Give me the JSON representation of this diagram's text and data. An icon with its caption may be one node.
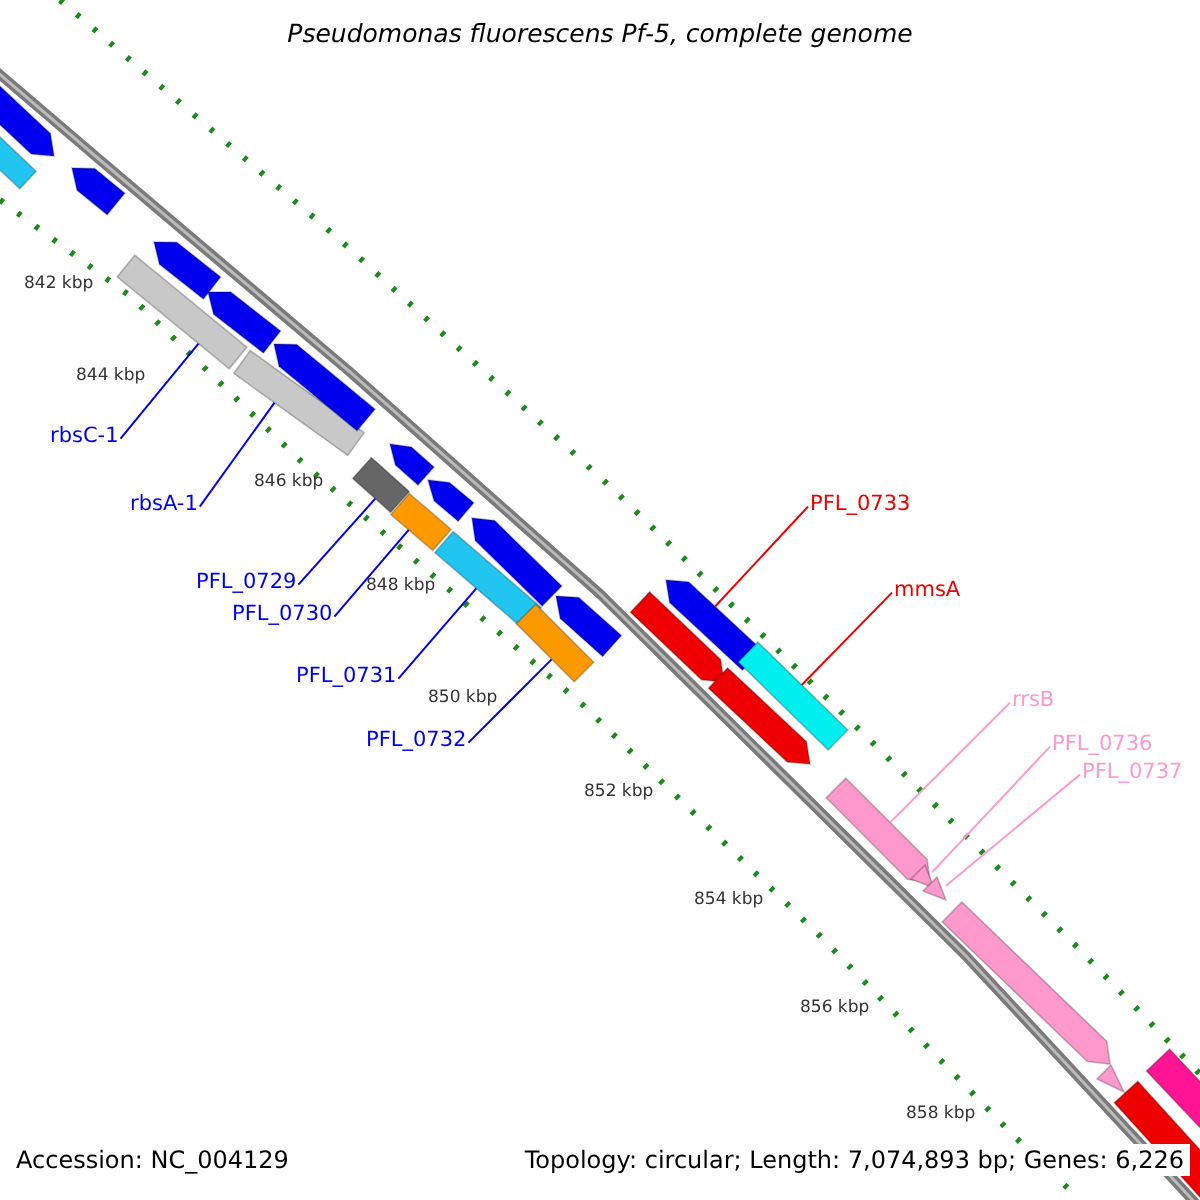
{
  "diagram": {
    "title": "Pseudomonas fluorescens Pf-5, complete genome",
    "nodes": [
      {
        "text": [
          "rbsC-1"
        ]
      },
      {
        "text": [
          "rbsA-1"
        ]
      },
      {
        "text": [
          "PFL_0729"
        ]
      },
      {
        "text": [
          "PFL_0730"
        ]
      },
      {
        "text": [
          "PFL_0731"
        ]
      },
      {
        "text": [
          "PFL_0732"
        ]
      },
      {
        "text": [
          "PFL_0733"
        ]
      },
      {
        "text": [
          "mmsA"
        ]
      },
      {
        "text": [
          "rrsB"
        ]
      },
      {
        "text": [
          "PFL_0736"
        ]
      },
      {
        "text": [
          "PFL_0737"
        ]
      },
      {
        "text": [],
        "shape": "box"
      },
      {
        "text": [],
        "shape": "box"
      },
      {
        "text": [],
        "shape": "box"
      },
      {
        "text": [],
        "shape": "box"
      },
      {
        "text": [],
        "shape": "box"
      },
      {
        "text": [],
        "shape": "box"
      },
      {
        "text": [],
        "shape": "arrow"
      },
      {
        "text": [],
        "shape": "box"
      },
      {
        "text": [],
        "shape": "arrow"
      },
      {
        "text": [],
        "shape": "arrow"
      },
      {
        "text": [],
        "shape": "arrow"
      },
      {
        "text": [],
        "shape": "arrow"
      },
      {
        "text": [],
        "shape": "box"
      },
      {
        "text": [],
        "shape": "arrow"
      },
      {
        "text": [],
        "shape": "arrow"
      },
      {
        "text": [],
        "shape": "arrow"
      },
      {
        "text": [],
        "shape": "arrow"
      },
      {
        "text": [],
        "shape": "arrow"
      },
      {
        "text": [],
        "shape": "arrow"
      },
      {
        "text": [],
        "shape": "arrow"
      },
      {
        "text": [],
        "shape": "arrow"
      },
      {
        "text": [],
        "shape": "arrow"
      },
      {
        "text": [],
        "shape": "arrow"
      },
      {
        "text": [],
        "shape": "arrow"
      },
      {
        "text": [],
        "shape": "arrow"
      },
      {
        "text": [],
        "shape": "box"
      },
      {
        "text": [],
        "shape": "arrow"
      }
    ],
    "edges": [
      {
        "from": 0,
        "to": 11,
        "arrow": "none"
      },
      {
        "from": 1,
        "to": 12,
        "arrow": "none"
      },
      {
        "from": 2,
        "to": 13,
        "arrow": "none"
      },
      {
        "from": 3,
        "to": 14,
        "arrow": "none"
      },
      {
        "from": 4,
        "to": 15,
        "arrow": "none"
      },
      {
        "from": 5,
        "to": 16,
        "arrow": "none"
      },
      {
        "from": 6,
        "to": 17,
        "arrow": "none",
        "color": "#ee0000"
      },
      {
        "from": 7,
        "to": 18,
        "arrow": "none",
        "color": "#ee0000"
      },
      {
        "from": 8,
        "to": 19,
        "arrow": "none",
        "color": "#ff99cc"
      },
      {
        "from": 9,
        "to": 20,
        "arrow": "none",
        "color": "#ff99cc"
      },
      {
        "from": 10,
        "to": 21,
        "arrow": "none",
        "color": "#ff99cc"
      }
    ],
    "labels": [
      "842 kbp",
      "844 kbp",
      "846 kbp",
      "848 kbp",
      "850 kbp",
      "852 kbp",
      "854 kbp",
      "856 kbp",
      "858 kbp",
      "Accession: NC_004129",
      "Topology: circular; Length: 7,074,893 bp; Genes: 6,226"
    ]
  }
}
